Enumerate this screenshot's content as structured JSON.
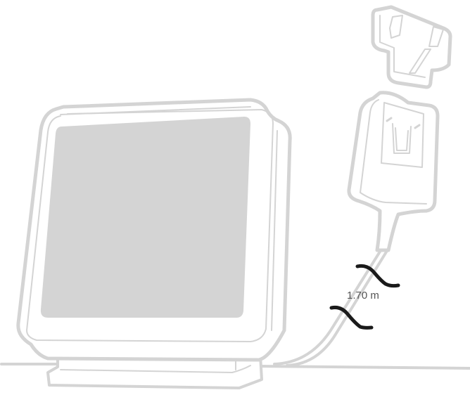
{
  "diagram": {
    "subject": "display device with power adapter",
    "cable_length_label": "1.70 m",
    "colors": {
      "outline": "#d4d4d4",
      "screen_fill": "#d4d4d4",
      "break_marks": "#1a1a1a",
      "label_text": "#555555",
      "background": "#ffffff"
    },
    "components": [
      "display",
      "stand-base",
      "power-adapter",
      "plug-clip",
      "cable",
      "cable-break-marks",
      "floor-line"
    ]
  }
}
